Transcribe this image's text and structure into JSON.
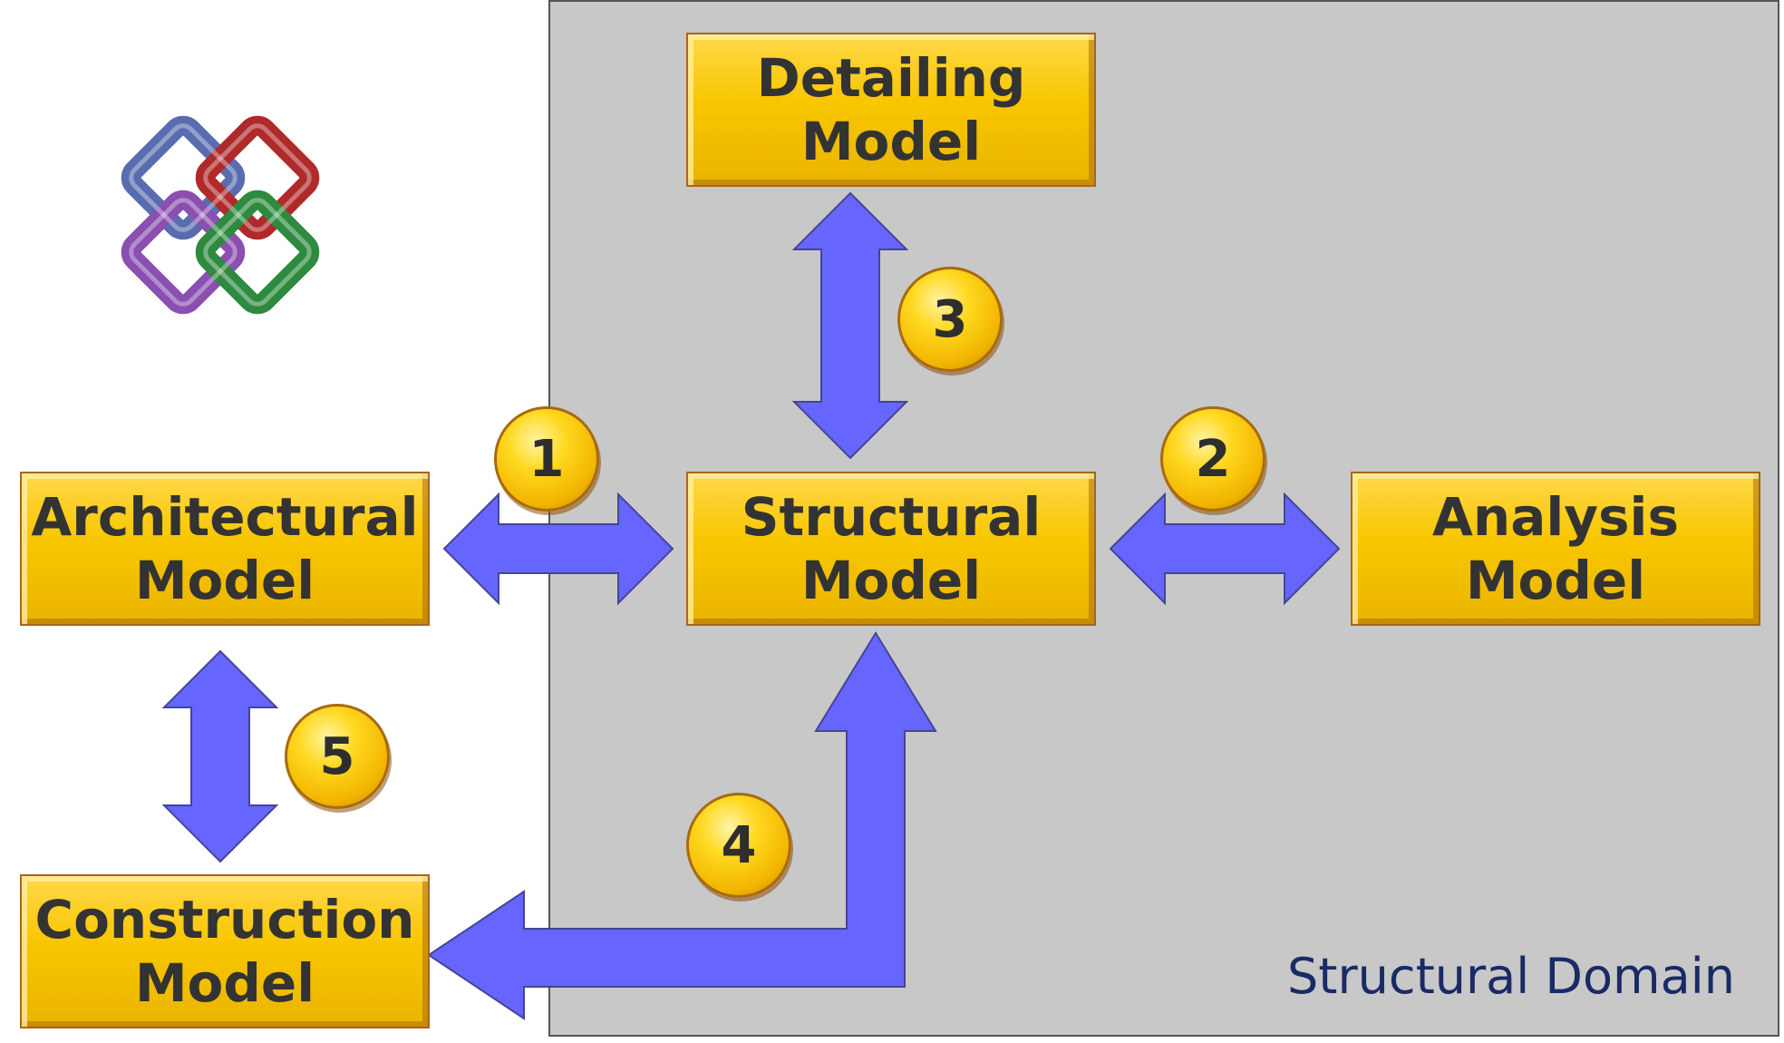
{
  "colors": {
    "domain_background": "#c8c8c8",
    "box_fill": "#f8c600",
    "arrow_fill": "#6666ff",
    "domain_text": "#1a2a66"
  },
  "domain": {
    "label": "Structural Domain"
  },
  "logo": {
    "icon": "interlocking-links-logo-icon"
  },
  "models": {
    "detailing": {
      "line1": "Detailing",
      "line2": "Model"
    },
    "architectural": {
      "line1": "Architectural",
      "line2": "Model"
    },
    "structural": {
      "line1": "Structural",
      "line2": "Model"
    },
    "analysis": {
      "line1": "Analysis",
      "line2": "Model"
    },
    "construction": {
      "line1": "Construction",
      "line2": "Model"
    }
  },
  "badges": {
    "b1": "1",
    "b2": "2",
    "b3": "3",
    "b4": "4",
    "b5": "5"
  }
}
